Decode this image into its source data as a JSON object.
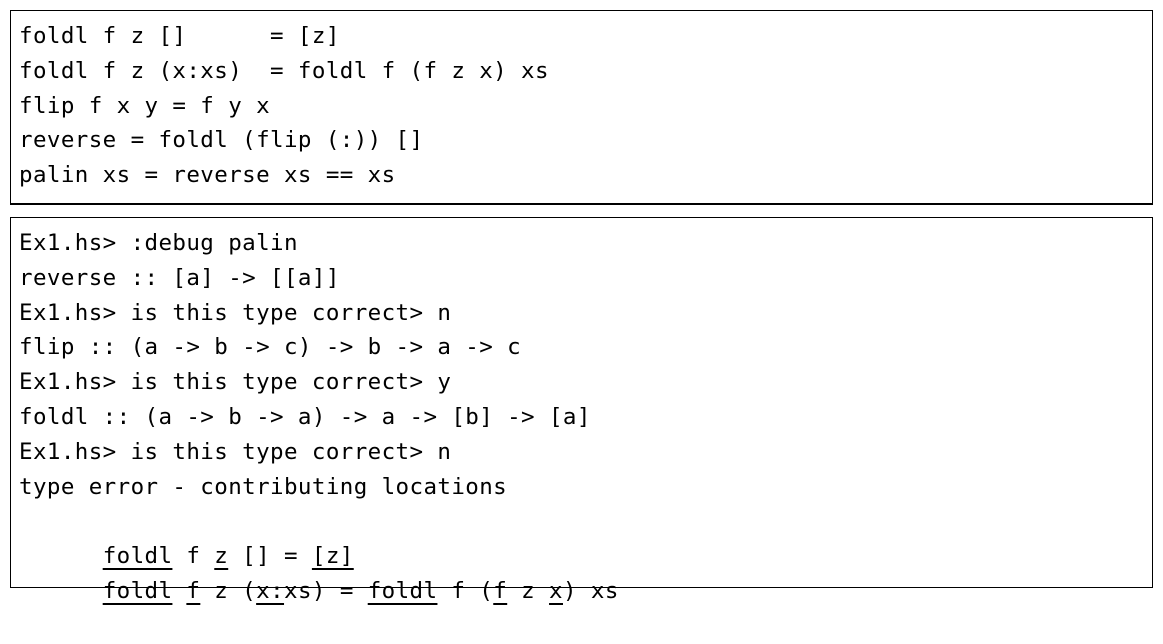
{
  "code_lines": [
    "foldl f z []      = [z]",
    "foldl f z (x:xs)  = foldl f (f z x) xs",
    "flip f x y = f y x",
    "reverse = foldl (flip (:)) []",
    "palin xs = reverse xs == xs"
  ],
  "session_lines": [
    [
      {
        "t": "Ex1.hs> :debug palin"
      }
    ],
    [
      {
        "t": "reverse :: [a] -> [[a]]"
      }
    ],
    [
      {
        "t": "Ex1.hs> is this type correct> n"
      }
    ],
    [
      {
        "t": "flip :: (a -> b -> c) -> b -> a -> c"
      }
    ],
    [
      {
        "t": "Ex1.hs> is this type correct> y"
      }
    ],
    [
      {
        "t": "foldl :: (a -> b -> a) -> a -> [b] -> [a]"
      }
    ],
    [
      {
        "t": "Ex1.hs> is this type correct> n"
      }
    ],
    [
      {
        "t": "type error - contributing locations"
      }
    ],
    [
      {
        "t": "foldl",
        "u": true
      },
      {
        "t": " f "
      },
      {
        "t": "z",
        "u": true
      },
      {
        "t": " [] = "
      },
      {
        "t": "[z]",
        "u": true
      }
    ],
    [
      {
        "t": "foldl",
        "u": true
      },
      {
        "t": " "
      },
      {
        "t": "f",
        "u": true
      },
      {
        "t": " z ("
      },
      {
        "t": "x:",
        "u": true
      },
      {
        "t": "xs) = "
      },
      {
        "t": "foldl",
        "u": true
      },
      {
        "t": " f ("
      },
      {
        "t": "f",
        "u": true
      },
      {
        "t": " z "
      },
      {
        "t": "x",
        "u": true
      },
      {
        "t": ") xs"
      }
    ]
  ]
}
